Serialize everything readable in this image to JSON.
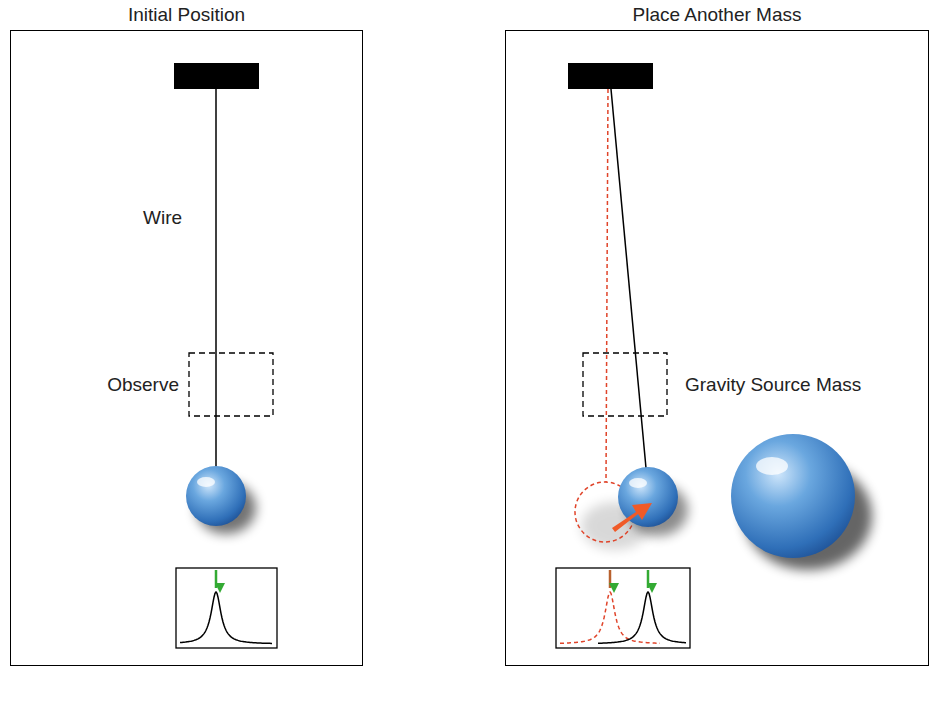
{
  "diagram": {
    "nodes": [
      {
        "text": [
          "Initial Position"
        ]
      },
      {
        "text": [
          "Place Another Mass"
        ]
      }
    ],
    "labels": [
      "Wire",
      "Observe",
      "Gravity Source Mass"
    ]
  }
}
